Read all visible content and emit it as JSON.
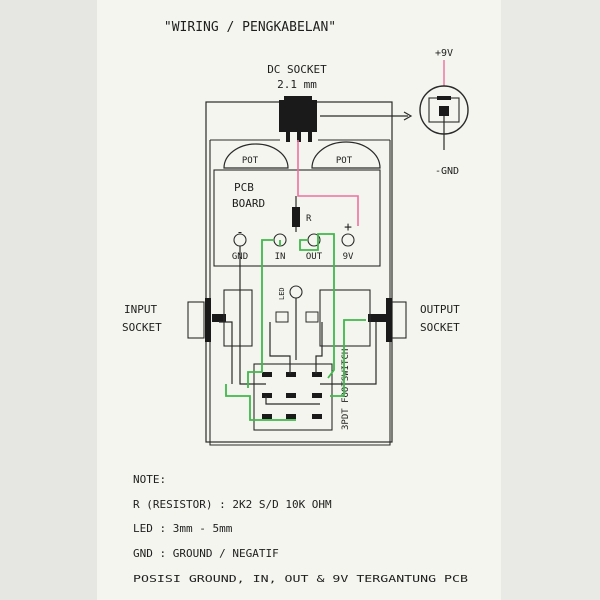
{
  "title": "\"WIRING / PENGKABELAN\"",
  "dc_socket": {
    "line1": "DC SOCKET",
    "line2": "2.1 mm"
  },
  "pot_left": "POT",
  "pot_right": "POT",
  "pcb": {
    "line1": "PCB",
    "line2": "BOARD"
  },
  "resistor_label": "R",
  "pads": {
    "minus": "-",
    "plus": "+",
    "gnd": "GND",
    "in": "IN",
    "out": "OUT",
    "nine_v": "9V"
  },
  "led_label": "LED",
  "input_socket": {
    "line1": "INPUT",
    "line2": "SOCKET"
  },
  "output_socket": {
    "line1": "OUTPUT",
    "line2": "SOCKET"
  },
  "footswitch_label": "3PDT FOOTSWITCH",
  "dc_detail": {
    "plus": "+9V",
    "gnd": "-GND"
  },
  "notes": {
    "heading": "NOTE:",
    "line1": "R (RESISTOR) : 2K2 S/D 10K OHM",
    "line2": "LED : 3mm - 5mm",
    "line3": "GND : GROUND / NEGATIF",
    "line4": "POSISI GROUND, IN, OUT & 9V TERGANTUNG PCB"
  },
  "colors": {
    "ink": "#1e1e1e",
    "green": "#3fb94a",
    "pink": "#ee6fa0",
    "paper": "#f5f5ef"
  }
}
